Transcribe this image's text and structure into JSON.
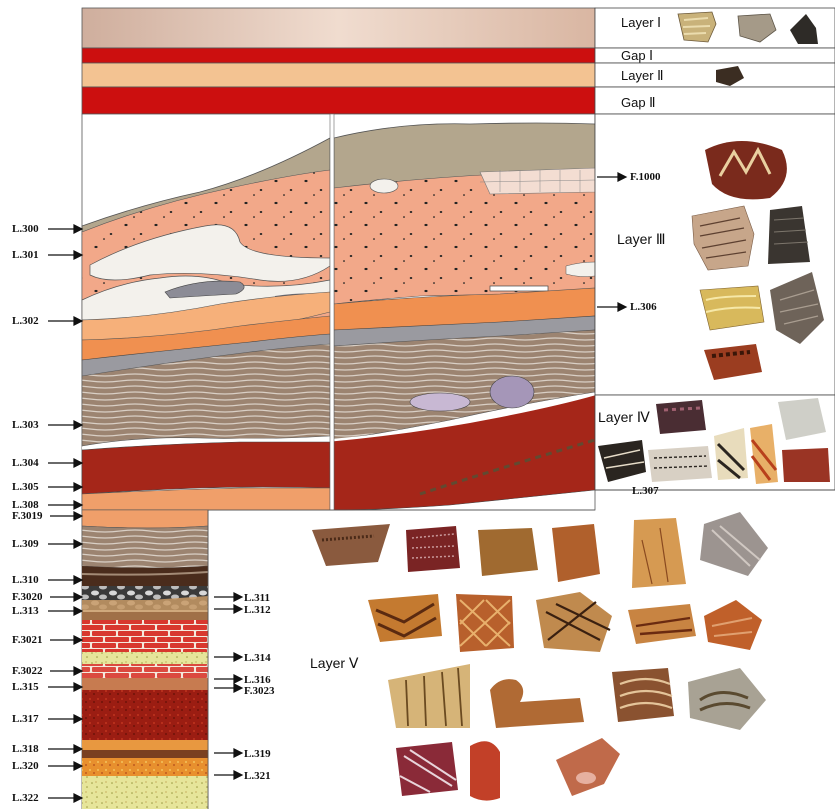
{
  "colors": {
    "layer1": "#dcbfae",
    "gap": "#cc0f0f",
    "layer2": "#f3c392",
    "topsoil": "#b3a68d",
    "peach": "#f2a889",
    "white": "#f3f1ec",
    "orange": "#f09050",
    "lightorange": "#f6b07a",
    "brown": "#9c8471",
    "red": "#a52619",
    "sand": "#efa06a",
    "darkbrown": "#4a2c1c",
    "brick": "#d8382e",
    "yellowgreen": "#e6e59a",
    "darkred": "#9b1d12",
    "lavender": "#a596b8",
    "grey": "#8c8c96"
  },
  "legend": {
    "layer1": "Layer Ⅰ",
    "gap1": "Gap Ⅰ",
    "layer2": "Layer Ⅱ",
    "gap2": "Gap Ⅱ",
    "f1000": "F.1000",
    "layer3": "Layer Ⅲ",
    "l306": "L.306",
    "layer4": "Layer Ⅳ",
    "l307": "L.307",
    "layer5": "Layer Ⅴ"
  },
  "left_labels": [
    {
      "id": "l300",
      "text": "L.300"
    },
    {
      "id": "l301",
      "text": "L.301"
    },
    {
      "id": "l302",
      "text": "L.302"
    },
    {
      "id": "l303",
      "text": "L.303"
    },
    {
      "id": "l304",
      "text": "L.304"
    },
    {
      "id": "l305",
      "text": "L.305"
    },
    {
      "id": "l308",
      "text": "L.308"
    },
    {
      "id": "f3019",
      "text": "F.3019"
    },
    {
      "id": "l309",
      "text": "L.309"
    },
    {
      "id": "l310",
      "text": "L.310"
    },
    {
      "id": "f3020",
      "text": "F.3020"
    },
    {
      "id": "l313",
      "text": "L.313"
    },
    {
      "id": "f3021",
      "text": "F.3021"
    },
    {
      "id": "f3022",
      "text": "F.3022"
    },
    {
      "id": "l315",
      "text": "L.315"
    },
    {
      "id": "l317",
      "text": "L.317"
    },
    {
      "id": "l318",
      "text": "L.318"
    },
    {
      "id": "l320",
      "text": "L.320"
    },
    {
      "id": "l322",
      "text": "L.322"
    }
  ],
  "right_labels": [
    {
      "id": "l311",
      "text": "L.311"
    },
    {
      "id": "l312",
      "text": "L.312"
    },
    {
      "id": "l314",
      "text": "L.314"
    },
    {
      "id": "l316",
      "text": "L.316"
    },
    {
      "id": "f3023",
      "text": "F.3023"
    },
    {
      "id": "l319",
      "text": "L.319"
    },
    {
      "id": "l321",
      "text": "L.321"
    }
  ]
}
